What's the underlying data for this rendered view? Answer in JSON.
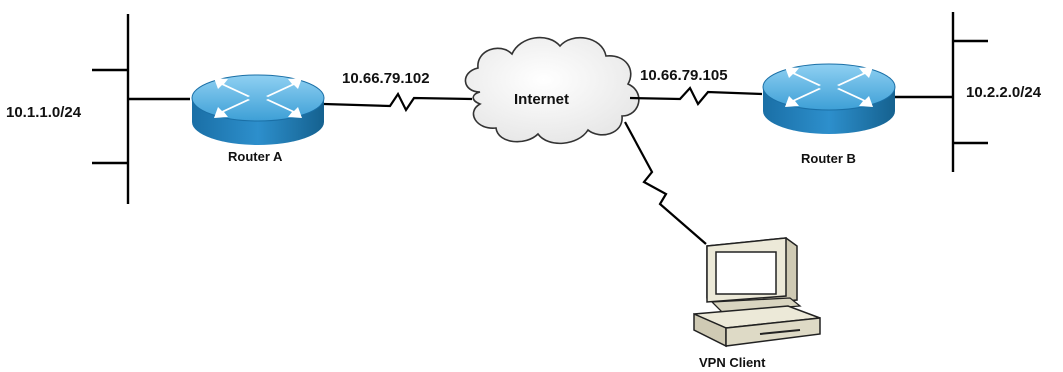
{
  "labels": {
    "net_left": "10.1.1.0/24",
    "net_right": "10.2.2.0/24",
    "ip_left": "10.66.79.102",
    "ip_right": "10.66.79.105",
    "cloud": "Internet",
    "router_a": "Router A",
    "router_b": "Router B",
    "vpn_client": "VPN Client"
  },
  "icons": {
    "router": "router-icon",
    "cloud": "cloud-icon",
    "computer": "computer-icon",
    "serial_link": "lightning-link-icon"
  },
  "colors": {
    "router_top": "#5bb4e2",
    "router_side": "#1f7fb8",
    "router_arrows": "#ffffff",
    "cloud_fill": "#f2f2f2",
    "pc_body": "#e6e3d2"
  }
}
